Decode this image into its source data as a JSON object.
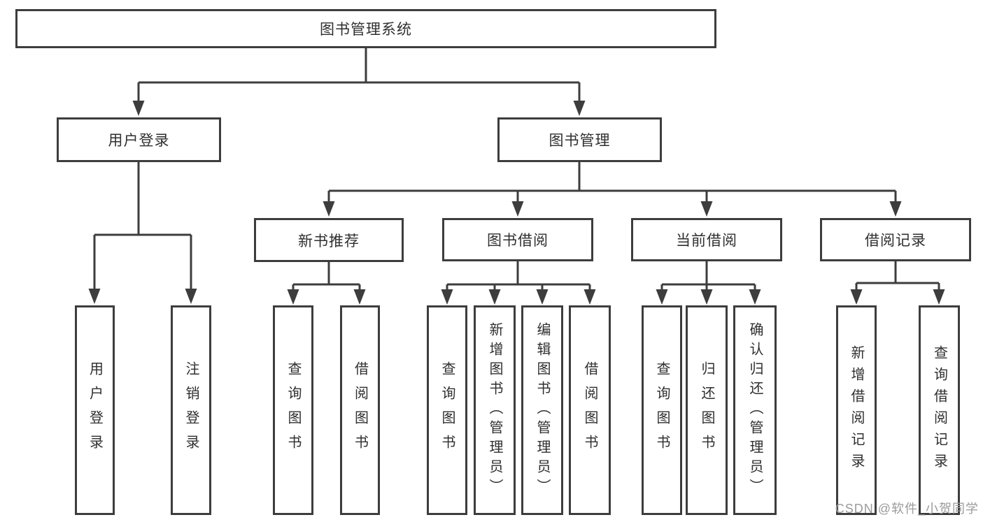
{
  "tree": {
    "label": "图书管理系统",
    "children": [
      {
        "label": "用户登录",
        "children": [
          {
            "label": "用户登录"
          },
          {
            "label": "注销登录"
          }
        ]
      },
      {
        "label": "图书管理",
        "children": [
          {
            "label": "新书推荐",
            "children": [
              {
                "label": "查询图书"
              },
              {
                "label": "借阅图书"
              }
            ]
          },
          {
            "label": "图书借阅",
            "children": [
              {
                "label": "查询图书"
              },
              {
                "label": "新增图书（管理员）"
              },
              {
                "label": "编辑图书（管理员）"
              },
              {
                "label": "借阅图书"
              }
            ]
          },
          {
            "label": "当前借阅",
            "children": [
              {
                "label": "查询图书"
              },
              {
                "label": "归还图书"
              },
              {
                "label": "确认归还（管理员）"
              }
            ]
          },
          {
            "label": "借阅记录",
            "children": [
              {
                "label": "新增借阅记录"
              },
              {
                "label": "查询借阅记录"
              }
            ]
          }
        ]
      }
    ]
  },
  "watermark": {
    "text": "CSDN @软件_小贺同学"
  },
  "colors": {
    "line": "#3d3d3d",
    "text": "#2f2f2f",
    "background": "#ffffff",
    "watermark_text": "#9b9b9b"
  }
}
